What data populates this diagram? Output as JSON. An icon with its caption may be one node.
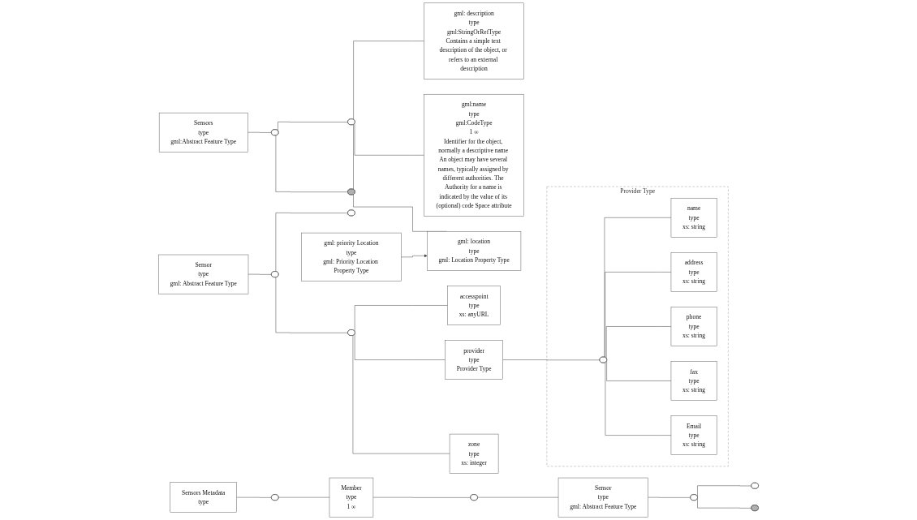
{
  "diagram": {
    "nodes": [
      {
        "text": [
          "Sensors Metadata",
          "type"
        ]
      },
      {
        "text": [],
        "shape": "box"
      },
      {
        "text": [
          "Member",
          "type",
          "1 ∞"
        ]
      },
      {
        "text": [],
        "shape": "box"
      },
      {
        "text": [
          "Sensor",
          "type",
          "gml: Abstract Feature Type"
        ]
      },
      {
        "text": [],
        "shape": "box"
      },
      {
        "text": [],
        "shape": "box"
      },
      {
        "text": [],
        "shape": "box"
      },
      {
        "text": [
          "Sensors",
          "type",
          "gml:Abstract Feature Type"
        ]
      },
      {
        "text": [],
        "shape": "box"
      },
      {
        "text": [],
        "shape": "box"
      },
      {
        "text": [],
        "shape": "box"
      },
      {
        "text": [
          "gml: description",
          "type",
          "gml:StringOrRefType",
          "Contains a simple text description of the object, or refers to an external description"
        ]
      },
      {
        "text": [
          "gml:name",
          "type",
          "gml:CodeType",
          "1 ∞",
          "Identifier for the object, normally a descriptive name An object may have several names, typically assigned by different authorities. The Authority for a name is indicated by the value of its (optional) code Space attribute"
        ]
      },
      {
        "text": [
          "gml: location",
          "type",
          "gml: Location Property Type"
        ]
      },
      {
        "text": [
          "gml: priority Location",
          "type",
          "gml: Priority Location Property Type"
        ]
      },
      {
        "text": [
          "Sensor",
          "type",
          "gml: Abstract Feature Type"
        ]
      },
      {
        "text": [],
        "shape": "box"
      },
      {
        "text": [],
        "shape": "box"
      },
      {
        "text": [],
        "shape": "box"
      },
      {
        "text": [
          "accesspoint",
          "type",
          "xs: anyURL"
        ]
      },
      {
        "text": [
          "provider",
          "type",
          "Provider Type"
        ]
      },
      {
        "text": [
          "Provider Type"
        ]
      },
      {
        "text": [],
        "shape": "box",
        "in": 22
      },
      {
        "text": [
          "name",
          "type",
          "xs: string"
        ],
        "in": 22
      },
      {
        "text": [
          "address",
          "type",
          "xs: string"
        ],
        "in": 22
      },
      {
        "text": [
          "phone",
          "type",
          "xs: string"
        ],
        "in": 22
      },
      {
        "text": [
          "fax",
          "type",
          "xs: string"
        ],
        "in": 22
      },
      {
        "text": [
          "Email",
          "type",
          "xs: string"
        ],
        "in": 22
      },
      {
        "text": [
          "zone",
          "type",
          "xs: integer"
        ]
      }
    ],
    "edges": [
      {
        "from": 0,
        "to": 1,
        "arrow": "none"
      },
      {
        "from": 1,
        "to": 2,
        "arrow": "none"
      },
      {
        "from": 2,
        "to": 3,
        "arrow": "none"
      },
      {
        "from": 3,
        "to": 4,
        "arrow": "none"
      },
      {
        "from": 4,
        "to": 5,
        "arrow": "none"
      },
      {
        "from": 5,
        "to": 6,
        "arrow": "none"
      },
      {
        "from": 5,
        "to": 7,
        "arrow": "none"
      },
      {
        "from": 8,
        "to": 9,
        "arrow": "none"
      },
      {
        "from": 9,
        "to": 10,
        "arrow": "none"
      },
      {
        "from": 9,
        "to": 11,
        "arrow": "none"
      },
      {
        "from": 10,
        "to": 12,
        "arrow": "none"
      },
      {
        "from": 10,
        "to": 13,
        "arrow": "none"
      },
      {
        "from": 10,
        "to": 14,
        "arrow": "none"
      },
      {
        "from": 15,
        "to": 14,
        "arrow": "to"
      },
      {
        "from": 16,
        "to": 17,
        "arrow": "none"
      },
      {
        "from": 17,
        "to": 18,
        "arrow": "none"
      },
      {
        "from": 17,
        "to": 19,
        "arrow": "none"
      },
      {
        "from": 19,
        "to": 20,
        "arrow": "none"
      },
      {
        "from": 19,
        "to": 21,
        "arrow": "none"
      },
      {
        "from": 19,
        "to": 29,
        "arrow": "none"
      },
      {
        "from": 21,
        "to": 23,
        "arrow": "none"
      },
      {
        "from": 23,
        "to": 24,
        "arrow": "none"
      },
      {
        "from": 23,
        "to": 25,
        "arrow": "none"
      },
      {
        "from": 23,
        "to": 26,
        "arrow": "none"
      },
      {
        "from": 23,
        "to": 27,
        "arrow": "none"
      },
      {
        "from": 23,
        "to": 28,
        "arrow": "none"
      }
    ]
  }
}
